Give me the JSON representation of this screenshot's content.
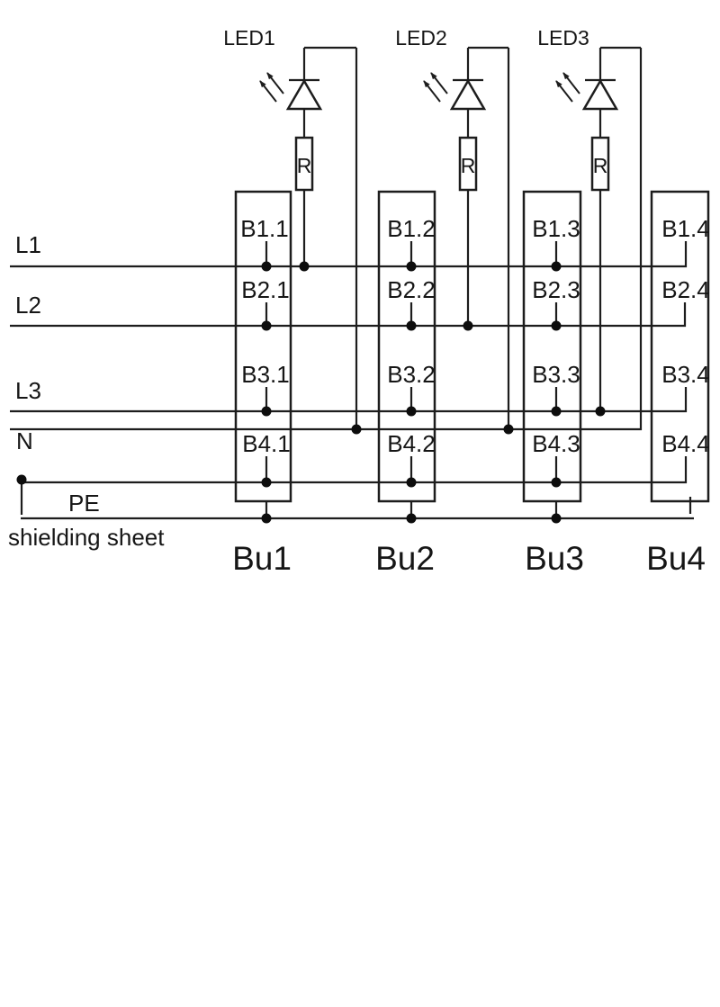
{
  "colors": {
    "ink": "#1d1d1d",
    "background": "#ffffff"
  },
  "leds": [
    {
      "label": "LED1",
      "resistor": "R"
    },
    {
      "label": "LED2",
      "resistor": "R"
    },
    {
      "label": "LED3",
      "resistor": "R"
    }
  ],
  "lines": {
    "l1": "L1",
    "l2": "L2",
    "l3": "L3",
    "n": "N",
    "pe": "PE",
    "shield": "shielding sheet"
  },
  "terminals": [
    [
      "B1.1",
      "B1.2",
      "B1.3",
      "B1.4"
    ],
    [
      "B2.1",
      "B2.2",
      "B2.3",
      "B2.4"
    ],
    [
      "B3.1",
      "B3.2",
      "B3.3",
      "B3.4"
    ],
    [
      "B4.1",
      "B4.2",
      "B4.3",
      "B4.4"
    ]
  ],
  "buses": [
    "Bu1",
    "Bu2",
    "Bu3",
    "Bu4"
  ]
}
